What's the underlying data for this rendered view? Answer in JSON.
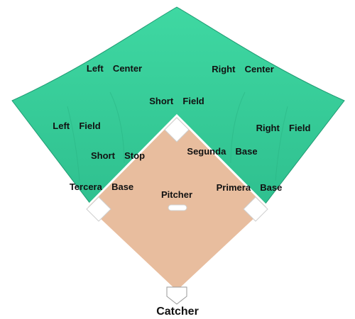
{
  "positions": {
    "left_center": "Left  Center",
    "right_center": "Right  Center",
    "short_field": "Short  Field",
    "left_field": "Left  Field",
    "right_field": "Right  Field",
    "short_stop": "Short  Stop",
    "segunda_base": "Segunda  Base",
    "tercera_base": "Tercera  Base",
    "pitcher": "Pitcher",
    "primera_base": "Primera  Base",
    "catcher": "Catcher"
  },
  "colors": {
    "outfield": "#33cc99",
    "infield": "#e8bd9e",
    "base": "#ffffff"
  }
}
